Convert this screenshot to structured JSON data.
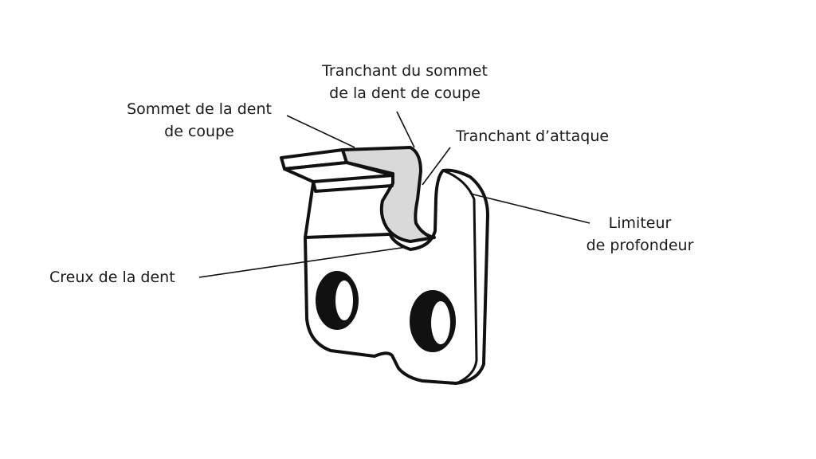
{
  "labels": {
    "cutter_top_edge": [
      "Tranchant du sommet",
      "de la dent de coupe"
    ],
    "cutter_top": [
      "Sommet de la dent",
      "de coupe"
    ],
    "side_edge": [
      "Tranchant d’attaque"
    ],
    "depth_gauge": [
      "Limiteur",
      "de profondeur"
    ],
    "gullet": [
      "Creux de la dent"
    ]
  },
  "colors": {
    "stroke": "#111111",
    "top_plate_fill": "#d9d9d9",
    "background": "#ffffff"
  }
}
